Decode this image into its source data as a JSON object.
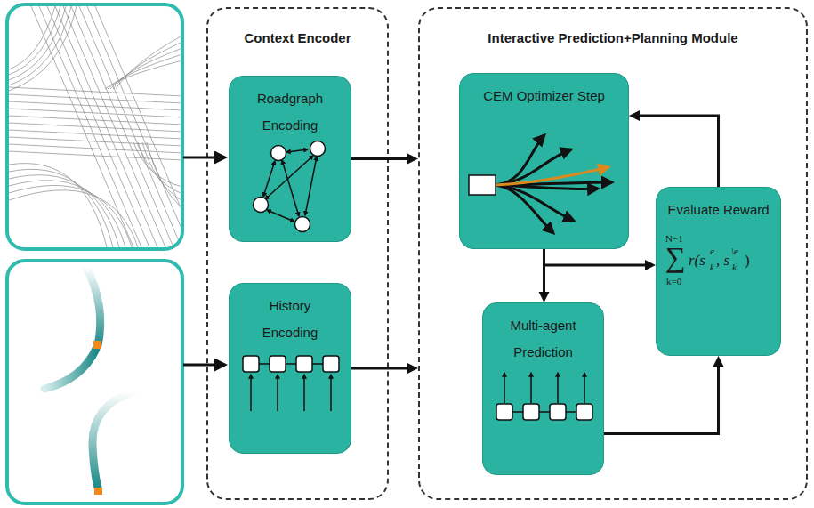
{
  "diagram": {
    "nodes": [
      {
        "text": [
          "Context Encoder"
        ]
      },
      {
        "text": [
          "Roadgraph Encoding"
        ],
        "in": 0
      },
      {
        "text": [
          "History Encoding"
        ],
        "in": 0
      },
      {
        "text": [
          "Interactive Prediction+Planning Module"
        ]
      },
      {
        "text": [
          "CEM Optimizer Step"
        ],
        "in": 3
      },
      {
        "text": [
          "Evaluate Reward",
          "N−1",
          "∑",
          "k=0",
          "r(s",
          "e",
          "k",
          ", s",
          "\\e",
          "k",
          ")"
        ],
        "in": 3
      },
      {
        "text": [
          "Multi-agent Prediction"
        ],
        "in": 3
      }
    ],
    "edges": [
      {
        "from": 1,
        "to": 3,
        "arrow": "to"
      },
      {
        "from": 2,
        "to": 3,
        "arrow": "to"
      },
      {
        "from": 4,
        "to": 6,
        "arrow": "to"
      },
      {
        "from": 4,
        "to": 5,
        "arrow": "to"
      },
      {
        "from": 6,
        "to": 5,
        "arrow": "to"
      },
      {
        "from": 5,
        "to": 4,
        "arrow": "to"
      }
    ]
  }
}
